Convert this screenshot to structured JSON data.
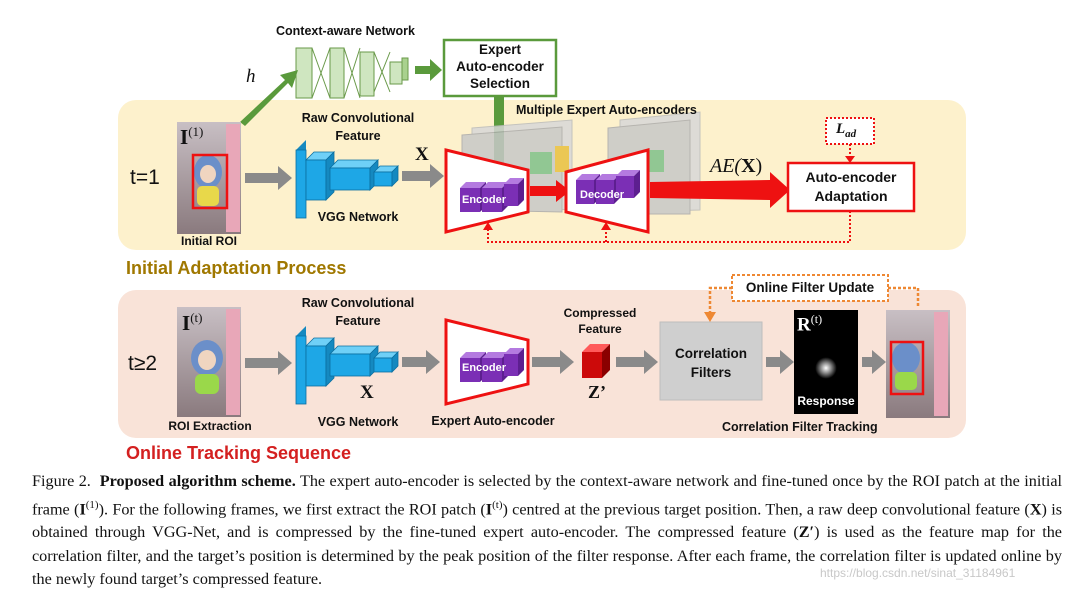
{
  "figure": {
    "context_network_label": "Context-aware Network",
    "h_label": "h",
    "expert_selection": [
      "Expert",
      "Auto-encoder",
      "Selection"
    ],
    "multiple_experts_label": "Multiple Expert Auto-encoders",
    "loss_label": "L",
    "loss_sub": "ad",
    "top": {
      "time_label": "t=1",
      "image_symbol": "I",
      "image_sup": "(1)",
      "image_caption": "Initial ROI",
      "raw_feature_label": [
        "Raw Convolutional",
        "Feature"
      ],
      "vgg_label": "VGG Network",
      "x_label": "X",
      "encoder_label": "Encoder",
      "decoder_label": "Decoder",
      "ae_output_label": "AE(",
      "ae_output_x": "X",
      "ae_output_close": ")",
      "adaptation_label": [
        "Auto-encoder",
        "Adaptation"
      ],
      "process_title": "Initial Adaptation Process"
    },
    "bottom": {
      "time_label": "t≥2",
      "image_symbol": "I",
      "image_sup": "(t)",
      "image_caption": "ROI Extraction",
      "raw_feature_label": [
        "Raw Convolutional",
        "Feature"
      ],
      "x_label": "X",
      "vgg_label": "VGG Network",
      "encoder_label": "Encoder",
      "expert_ae_label": "Expert Auto-encoder",
      "compressed_label": [
        "Compressed",
        "Feature"
      ],
      "z_label": "Z’",
      "corr_filter_label": [
        "Correlation",
        "Filters"
      ],
      "online_update_label": "Online Filter Update",
      "response_symbol": "R",
      "response_sup": "(t)",
      "response_label": "Response",
      "tracking_label": "Correlation Filter Tracking",
      "sequence_title": "Online Tracking Sequence"
    },
    "colors": {
      "top_panel": "#fdf1cc",
      "bottom_panel": "#f9e3d8",
      "vgg_blue": "#1ea7e6",
      "green": "#5a9a3c",
      "red": "#ee1111",
      "purple": "#7b2fb5",
      "orange": "#ee8833",
      "title_gold": "#a07800",
      "title_red": "#d42020",
      "gray_arrow": "#8a8a8a"
    }
  },
  "caption": {
    "prefix": "Figure 2.",
    "bold_title": "Proposed algorithm scheme.",
    "text_1": "The expert auto-encoder is selected by the context-aware network and fine-tuned once by the ROI patch at the initial frame (",
    "i_symbol_1": "I",
    "i_sup_1": "(1)",
    "text_2": "). For the following frames, we first extract the ROI patch (",
    "i_symbol_2": "I",
    "i_sup_2": "(t)",
    "text_3": ") centred at the previous target position. Then, a raw deep convolutional feature (",
    "x_symbol": "X",
    "text_4": ") is obtained through VGG-Net, and is compressed by the fine-tuned expert auto-encoder. The compressed feature (",
    "z_symbol": "Z′",
    "text_5": ") is used as the feature map for the correlation filter, and the target’s position is determined by the peak position of the filter response. After each frame, the correlation filter is updated online by the newly found target’s compressed feature."
  },
  "watermark": "https://blog.csdn.net/sinat_31184961"
}
